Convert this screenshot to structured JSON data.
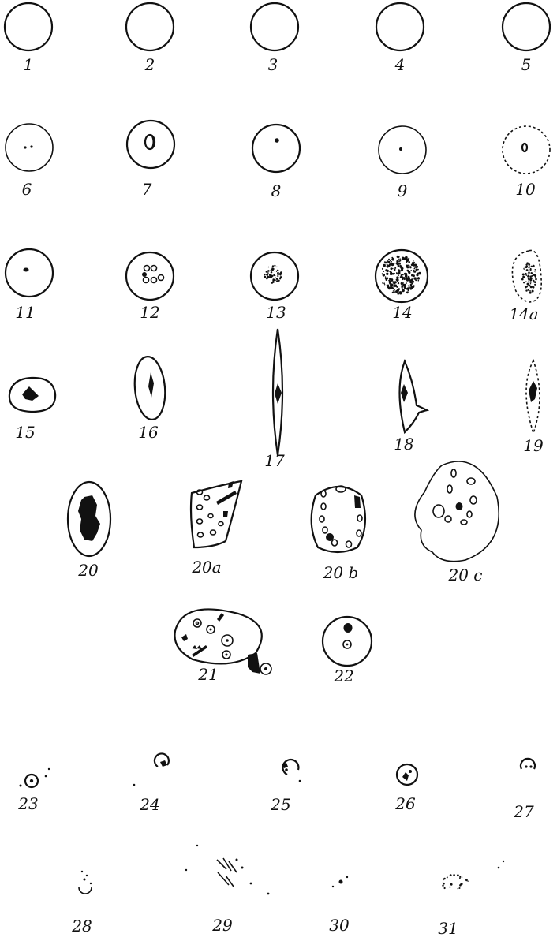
{
  "figure_labels": {
    "f1": "1",
    "f2": "2",
    "f3": "3",
    "f4": "4",
    "f5": "5",
    "f6": "6",
    "f7": "7",
    "f8": "8",
    "f9": "9",
    "f10": "10",
    "f11": "11",
    "f12": "12",
    "f13": "13",
    "f14": "14",
    "f14a": "14a",
    "f15": "15",
    "f16": "16",
    "f17": "17",
    "f18": "18",
    "f19": "19",
    "f20": "20",
    "f20a": "20a",
    "f20b": "20 b",
    "f20c": "20 c",
    "f21": "21",
    "f22": "22",
    "f23": "23",
    "f24": "24",
    "f25": "25",
    "f26": "26",
    "f27": "27",
    "f28": "28",
    "f29": "29",
    "f30": "30",
    "f31": "31"
  }
}
